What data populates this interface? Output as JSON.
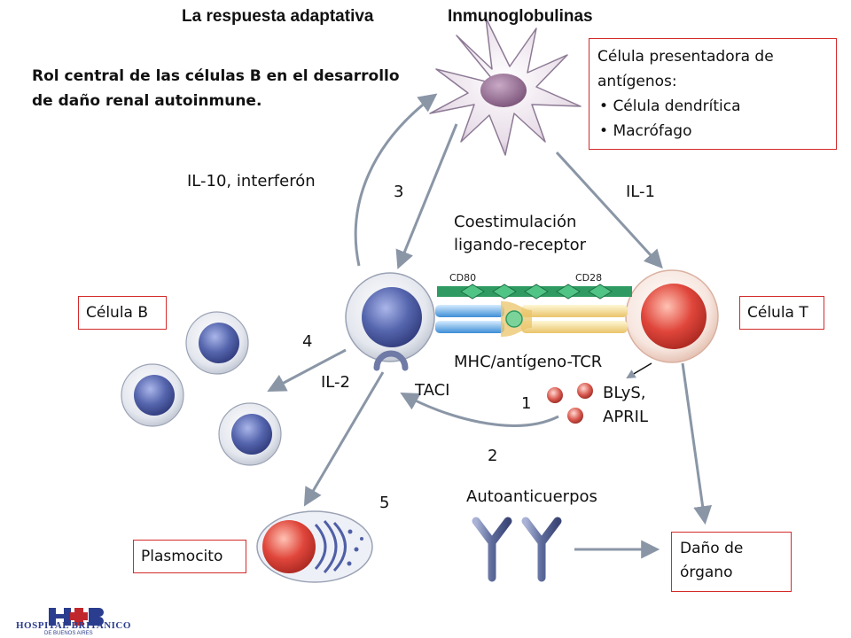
{
  "title": {
    "left": "La respuesta adaptativa",
    "right": "Inmunoglobulinas"
  },
  "subtitle_lines": [
    "Rol central de las células B en el desarrollo",
    "de daño renal autoinmune."
  ],
  "apc_box": {
    "heading_lines": [
      "Célula presentadora de",
      "antígenos:"
    ],
    "bullets": [
      "Célula dendrítica",
      "Macrófago"
    ]
  },
  "labels": {
    "il10": "IL-10, interferón",
    "step3": "3",
    "il1": "IL-1",
    "costim_line1": "Coestimulación",
    "costim_line2": "ligando-receptor",
    "cd80": "CD80",
    "cd28": "CD28",
    "step4": "4",
    "mhc": "MHC/antígeno-TCR",
    "il2": "IL-2",
    "taci": "TACI",
    "blys_line1": "BLyS,",
    "blys_line2": "APRIL",
    "step1": "1",
    "step2": "2",
    "step5": "5",
    "autoanticuerpos": "Autoanticuerpos"
  },
  "boxes": {
    "celula_b": "Célula B",
    "celula_t": "Célula T",
    "plasmocito": "Plasmocito",
    "dano_line1": "Daño de",
    "dano_line2": "órgano"
  },
  "logo": {
    "mark": "H+B",
    "name": "HOSPITAL BRITANICO",
    "city": "DE BUENOS AIRES"
  },
  "colors": {
    "box_border": "#d42a2a",
    "arrow": "#8a96a6",
    "b_cell_nucleus": "#4f5fa6",
    "t_cell_nucleus": "#e0463b",
    "costim_green": "#2f9b62",
    "antibody": "#5d6b9b"
  }
}
